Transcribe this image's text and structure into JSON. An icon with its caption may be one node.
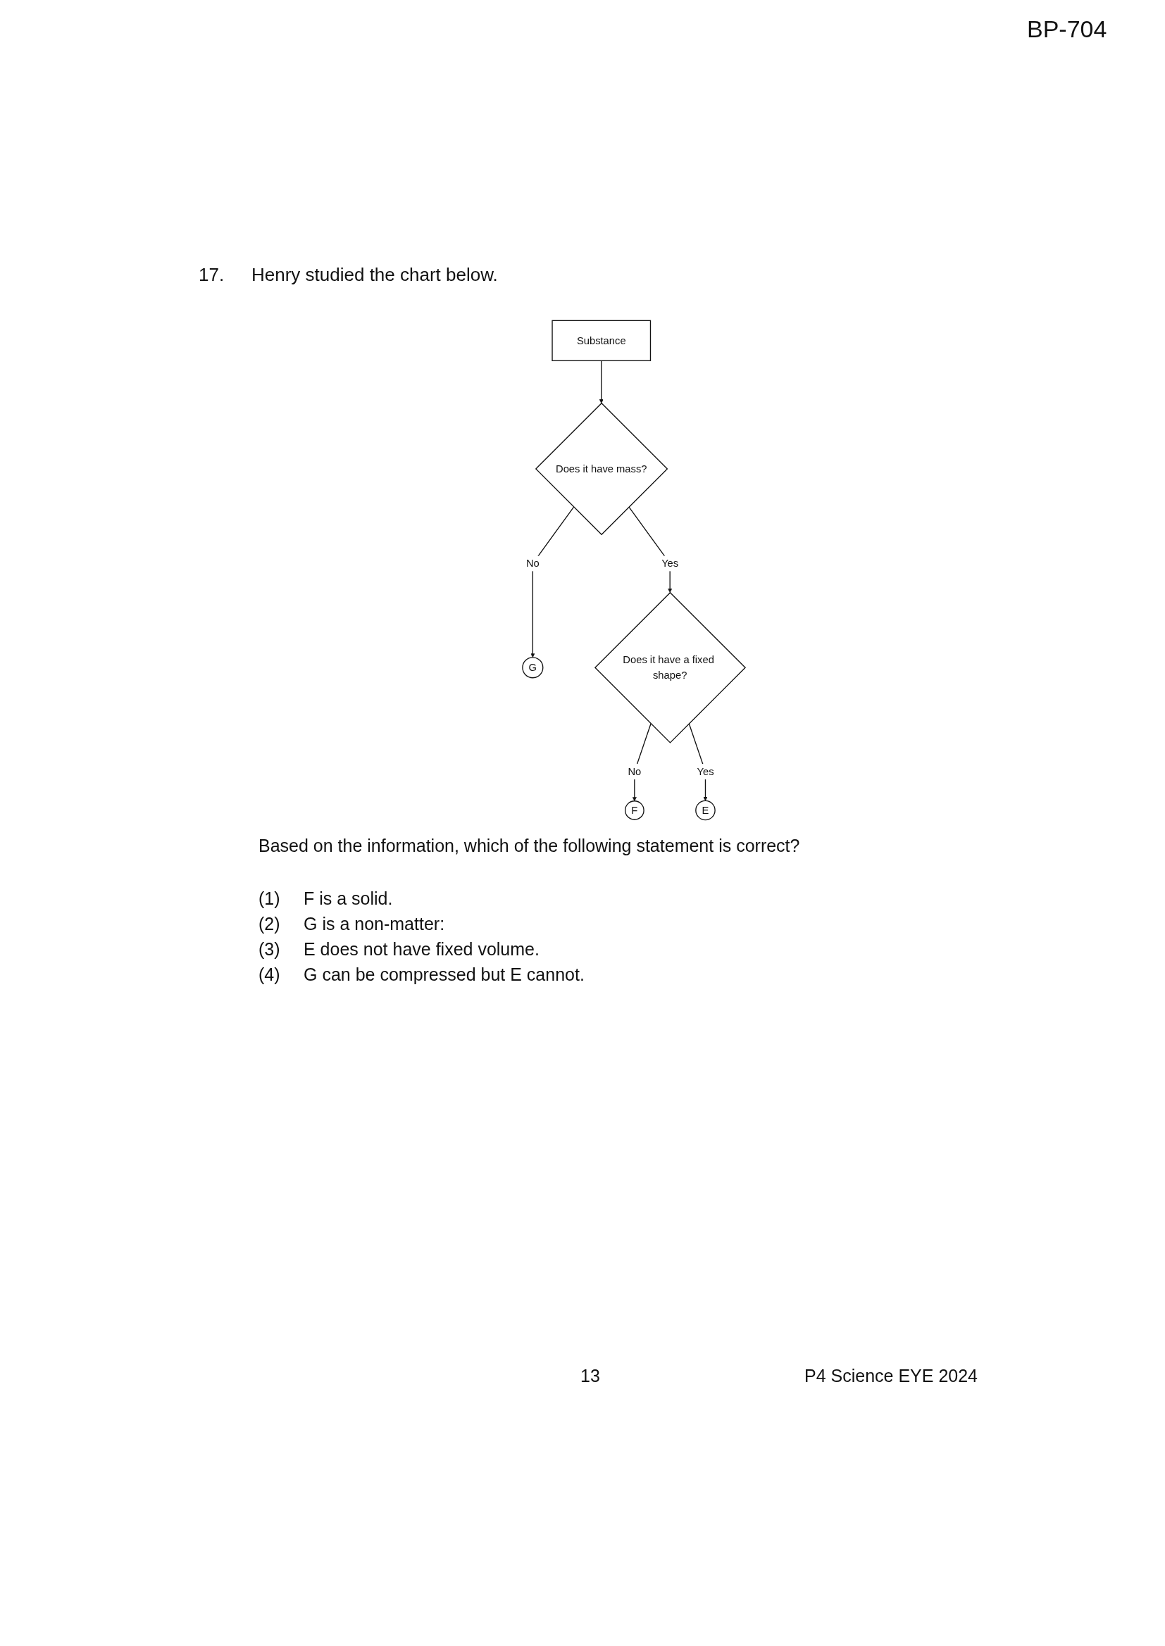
{
  "diagram": {
    "nodes": [
      {
        "text": [
          "Substance"
        ]
      },
      {
        "text": [
          "Does it have mass?"
        ]
      },
      {
        "text": [
          "G"
        ]
      },
      {
        "text": [
          "Does it have a fixed shape?"
        ]
      },
      {
        "text": [
          "F"
        ]
      },
      {
        "text": [
          "E"
        ]
      }
    ],
    "edges": [
      {
        "from": 0,
        "to": 1,
        "arrow": "to"
      },
      {
        "from": 1,
        "to": 2,
        "arrow": "to",
        "label": "No"
      },
      {
        "from": 1,
        "to": 3,
        "arrow": "to",
        "label": "Yes"
      },
      {
        "from": 3,
        "to": 4,
        "arrow": "to",
        "label": "No"
      },
      {
        "from": 3,
        "to": 5,
        "arrow": "to",
        "label": "Yes"
      }
    ],
    "labels": [
      "BP-704",
      "17.",
      "Henry studied the chart below.",
      "Based on the information, which of the following statement is correct?",
      "(1)",
      "F is a solid.",
      "(2)",
      "G is a non-matter:",
      "(3)",
      "E does not have fixed volume.",
      "(4)",
      "G can be compressed but E cannot.",
      "13",
      "P4 Science EYE 2024"
    ]
  }
}
